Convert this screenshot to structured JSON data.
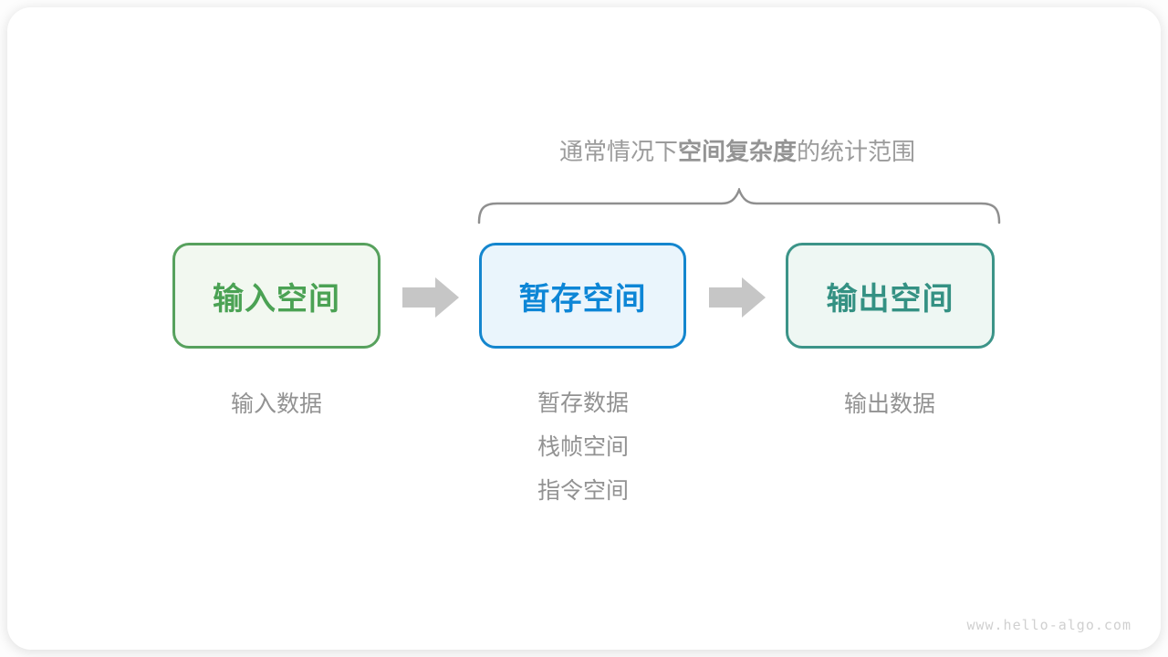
{
  "title": {
    "prefix": "通常情况下",
    "bold": "空间复杂度",
    "suffix": "的统计范围"
  },
  "boxes": [
    {
      "id": "input-space",
      "label": "输入空间",
      "border_color": "#57a15d",
      "fill_color": "#f2f8f0",
      "text_color": "#4ba254"
    },
    {
      "id": "temp-space",
      "label": "暂存空间",
      "border_color": "#1486ce",
      "fill_color": "#eaf5fc",
      "text_color": "#0d86d6"
    },
    {
      "id": "output-space",
      "label": "输出空间",
      "border_color": "#3c9488",
      "fill_color": "#eef7f3",
      "text_color": "#349183"
    }
  ],
  "captions": {
    "input": "输入数据",
    "temp": [
      "暂存数据",
      "栈帧空间",
      "指令空间"
    ],
    "output": "输出数据"
  },
  "watermark": "www.hello-algo.com",
  "colors": {
    "arrow": "#c6c6c6",
    "brace": "#8f8f8f",
    "caption_text": "#929292",
    "title_text": "#9b9b9b",
    "card_background": "#ffffff"
  }
}
